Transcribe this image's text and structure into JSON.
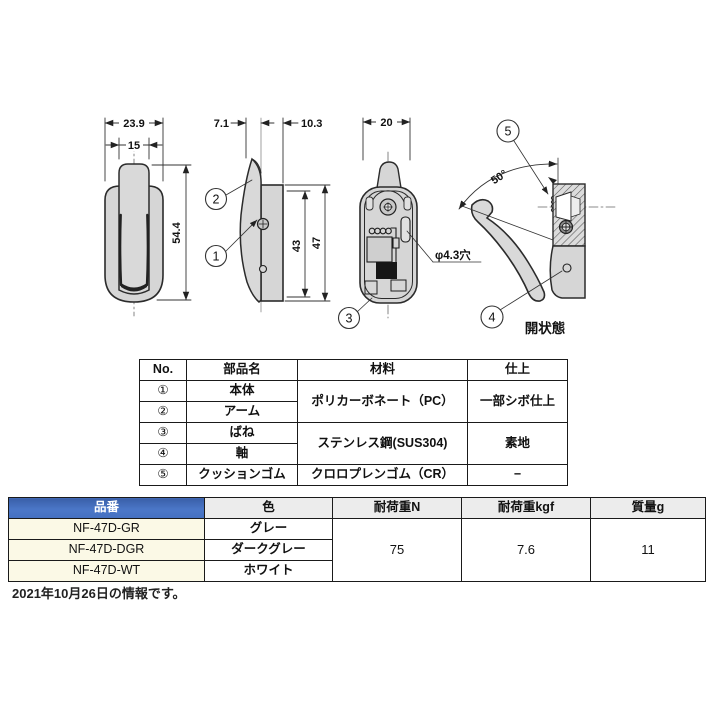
{
  "drawing": {
    "dims": {
      "front_width": "23.9",
      "front_inner_width": "15",
      "front_height": "54.4",
      "side_front_depth": "7.1",
      "side_back_depth": "10.3",
      "side_inner_height": "43",
      "side_height": "47",
      "back_width": "20",
      "hole_note": "φ4.3穴",
      "open_angle": "50°"
    },
    "labels": {
      "open_state": "開状態"
    },
    "callouts": [
      "1",
      "2",
      "3",
      "4",
      "5"
    ]
  },
  "parts_table": {
    "headers": [
      "No.",
      "部品名",
      "材料",
      "仕上"
    ],
    "rows": [
      {
        "no": "①",
        "name": "本体"
      },
      {
        "no": "②",
        "name": "アーム"
      },
      {
        "no": "③",
        "name": "ばね"
      },
      {
        "no": "④",
        "name": "軸"
      },
      {
        "no": "⑤",
        "name": "クッションゴム"
      }
    ],
    "material_groups": [
      {
        "material": "ポリカーボネート（PC）",
        "finish": "一部シボ仕上"
      },
      {
        "material": "ステンレス鋼(SUS304)",
        "finish": "素地"
      },
      {
        "material": "クロロプレンゴム（CR）",
        "finish": "−"
      }
    ]
  },
  "product_table": {
    "headers": [
      "品番",
      "色",
      "耐荷重N",
      "耐荷重kgf",
      "質量g"
    ],
    "rows": [
      {
        "part_no": "NF-47D-GR",
        "color": "グレー"
      },
      {
        "part_no": "NF-47D-DGR",
        "color": "ダークグレー"
      },
      {
        "part_no": "NF-47D-WT",
        "color": "ホワイト"
      }
    ],
    "load_n": "75",
    "load_kgf": "7.6",
    "mass_g": "11"
  },
  "footer_note": "2021年10月26日の情報です。",
  "colors": {
    "header_blue": "#4470c0",
    "part_no_cell_cream": "#fbf9e6",
    "header_gray": "#ececec",
    "drawing_fill": "#d6d6d6",
    "line": "#2b2b2b"
  }
}
